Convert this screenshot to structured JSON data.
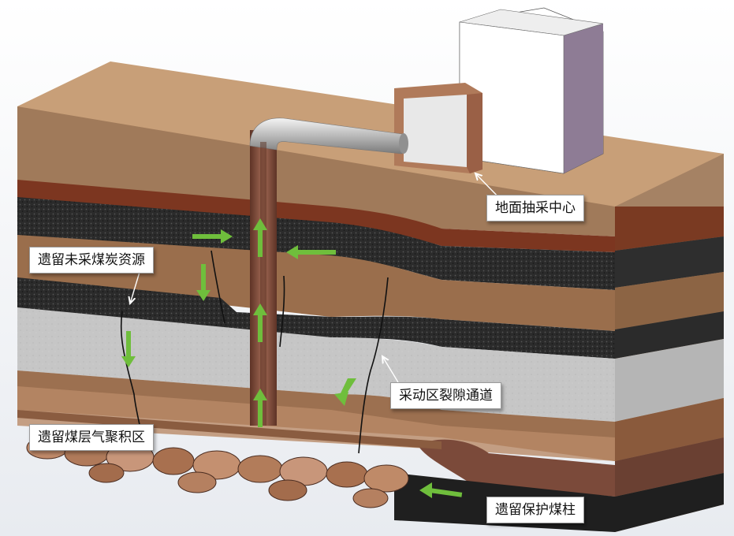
{
  "labels": {
    "ground_station": "地面抽采中心",
    "residual_coal": "遗留未采煤炭资源",
    "fracture_channel": "采动区裂隙通道",
    "gas_accumulation": "遗留煤层气聚积区",
    "protective_pillar": "遗留保护煤柱"
  },
  "colors": {
    "flow_arrow": "#6fbe3c",
    "ground_surface": "#c8a07a",
    "coal_seam": "#2a2a2a",
    "red_stratum": "#8a3a22",
    "grey_stratum": "#c4c4c4",
    "pipe": "#7a4536",
    "station_front": "#ffffff",
    "station_side": "#8e7c95"
  },
  "icons": [
    "flow-arrow-icon",
    "leader-arrow-icon"
  ]
}
